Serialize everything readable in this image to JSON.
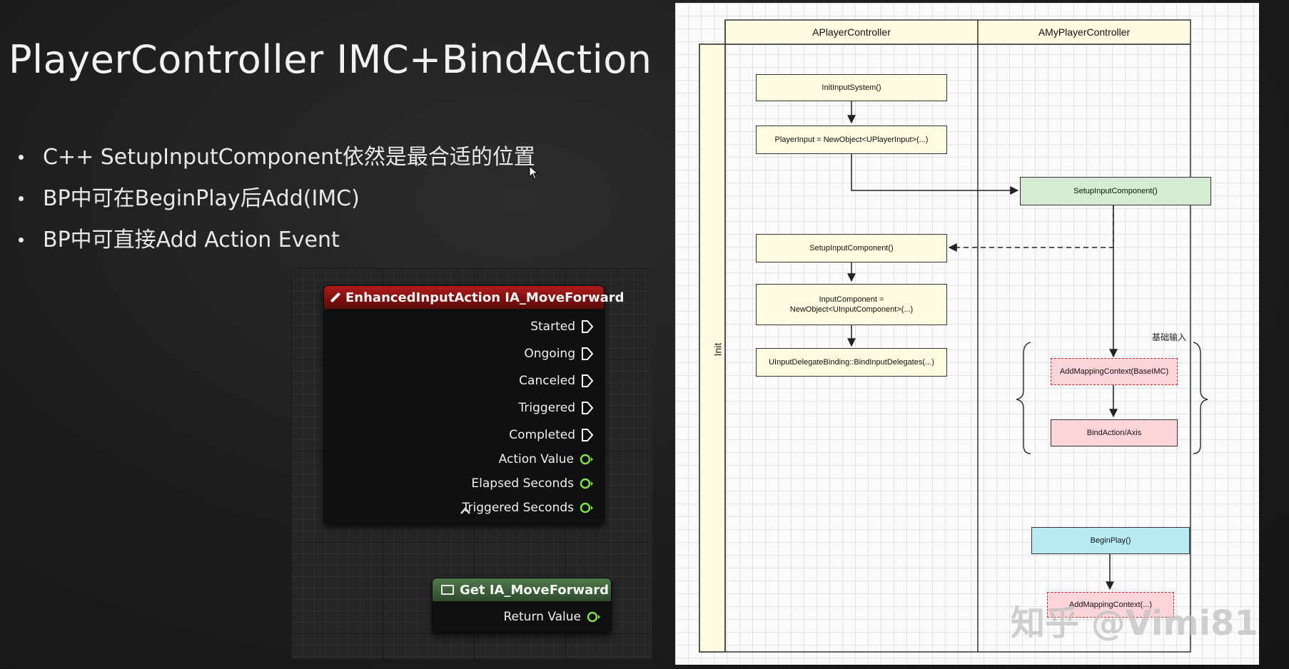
{
  "slide": {
    "title": "PlayerController IMC+BindAction",
    "bullets": [
      "C++ SetupInputComponent依然是最合适的位置",
      "BP中可在BeginPlay后Add(IMC)",
      "BP中可直接Add Action Event"
    ]
  },
  "blueprint": {
    "event_node": {
      "title": "EnhancedInputAction IA_MoveForward",
      "exec_pins": [
        "Started",
        "Ongoing",
        "Canceled",
        "Triggered",
        "Completed"
      ],
      "data_pins": [
        "Action Value",
        "Elapsed Seconds",
        "Triggered Seconds"
      ]
    },
    "get_node": {
      "title": "Get IA_MoveForward",
      "output": "Return Value"
    },
    "colors": {
      "event_header": "#a01616",
      "get_header": "#4a7148",
      "exec_pin": "#ffffff",
      "data_pin": "#7ee04a"
    },
    "icons": [
      "event-diamond-icon",
      "variable-icon",
      "exec-pin-icon",
      "data-pin-icon",
      "collapse-arrow-icon"
    ]
  },
  "diagram": {
    "lanes": [
      "APlayerController",
      "AMyPlayerController"
    ],
    "row_label": "Init",
    "boxes": {
      "init_input_system": "InitInputSystem()",
      "player_input": "PlayerInput = NewObject<UPlayerInput>(...)",
      "setup_input_child": "SetupInputComponent()",
      "setup_input_parent": "SetupInputComponent()",
      "input_component_l1": "InputComponent =",
      "input_component_l2": "NewObject<UInputComponent>(...)",
      "bind_input_delegates": "UInputDelegateBinding::BindInputDelegates(...)",
      "add_mapping_base": "AddMappingContext(BaseIMC)",
      "bind_action_axis": "BindAction/Axis",
      "begin_play": "BeginPlay()",
      "add_mapping_other": "AddMappingContext(...)"
    },
    "note": "基础输入",
    "colors": {
      "yellow": "#fffbe0",
      "green": "#d5ecd3",
      "pink": "#fdd4d9",
      "cyan": "#b8ebf2",
      "dashed_red": "#c2322a"
    }
  },
  "watermark": "知乎 @Vimi81"
}
